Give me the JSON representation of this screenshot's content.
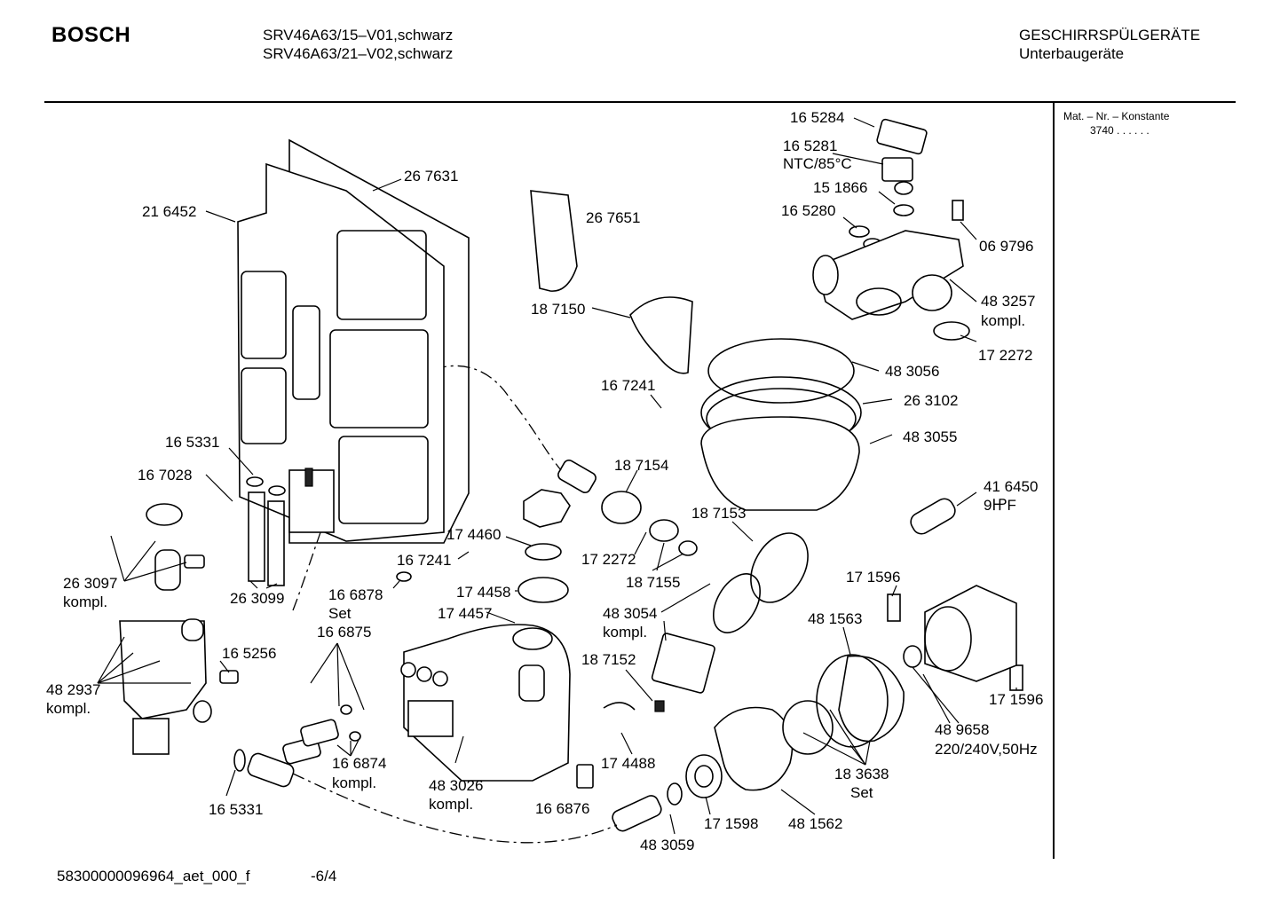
{
  "header": {
    "brand": "BOSCH",
    "model_lines": [
      "SRV46A63/15–V01,schwarz",
      "SRV46A63/21–V02,schwarz"
    ],
    "category_lines": [
      "GESCHIRRSPÜLGERÄTE",
      "Unterbaugeräte"
    ]
  },
  "material_box": {
    "title": "Mat. – Nr. – Konstante",
    "value": "3740  .  .  .  .  .  ."
  },
  "footer": {
    "doc_id": "58300000096964_aet_000_f",
    "page": "-6/4"
  },
  "labels": [
    {
      "lines": [
        "16 5284"
      ]
    },
    {
      "lines": [
        "16 5281",
        "NTC/85°C"
      ]
    },
    {
      "lines": [
        "15 1866"
      ]
    },
    {
      "lines": [
        "16 5280"
      ]
    },
    {
      "lines": [
        "06 9796"
      ]
    },
    {
      "lines": [
        "48 3257",
        "kompl."
      ]
    },
    {
      "lines": [
        "17 2272"
      ]
    },
    {
      "lines": [
        "26 7631"
      ]
    },
    {
      "lines": [
        "21 6452"
      ]
    },
    {
      "lines": [
        "26 7651"
      ]
    },
    {
      "lines": [
        "18 7150"
      ]
    },
    {
      "lines": [
        "48 3056"
      ]
    },
    {
      "lines": [
        "16 7241"
      ]
    },
    {
      "lines": [
        "26 3102"
      ]
    },
    {
      "lines": [
        "48 3055"
      ]
    },
    {
      "lines": [
        "16 5331"
      ]
    },
    {
      "lines": [
        "16 7028"
      ]
    },
    {
      "lines": [
        "18 7154"
      ]
    },
    {
      "lines": [
        "41 6450",
        "9㏋F"
      ]
    },
    {
      "lines": [
        "18 7153"
      ]
    },
    {
      "lines": [
        "17 4460"
      ]
    },
    {
      "lines": [
        "17 2272"
      ]
    },
    {
      "lines": [
        "16 7241"
      ]
    },
    {
      "lines": [
        "18 7155"
      ]
    },
    {
      "lines": [
        "26 3097",
        "kompl."
      ]
    },
    {
      "lines": [
        "17 1596"
      ]
    },
    {
      "lines": [
        "16 6878",
        "Set"
      ]
    },
    {
      "lines": [
        "17 4458"
      ]
    },
    {
      "lines": [
        "26 3099"
      ]
    },
    {
      "lines": [
        "17 4457"
      ]
    },
    {
      "lines": [
        "48 3054",
        "kompl."
      ]
    },
    {
      "lines": [
        "48 1563"
      ]
    },
    {
      "lines": [
        "16 6875"
      ]
    },
    {
      "lines": [
        "16 5256"
      ]
    },
    {
      "lines": [
        "18 7152"
      ]
    },
    {
      "lines": [
        "48 2937",
        "kompl."
      ]
    },
    {
      "lines": [
        "17 1596"
      ]
    },
    {
      "lines": [
        "48 9658",
        "220/240V,50Hz"
      ]
    },
    {
      "lines": [
        "17 4488"
      ]
    },
    {
      "lines": [
        "18 3638",
        "Set"
      ]
    },
    {
      "lines": [
        "16 6874",
        "kompl."
      ]
    },
    {
      "lines": [
        "48 3026",
        "kompl."
      ]
    },
    {
      "lines": [
        "16 5331"
      ]
    },
    {
      "lines": [
        "16 6876"
      ]
    },
    {
      "lines": [
        "17 1598"
      ]
    },
    {
      "lines": [
        "48 1562"
      ]
    },
    {
      "lines": [
        "48 3059"
      ]
    }
  ]
}
